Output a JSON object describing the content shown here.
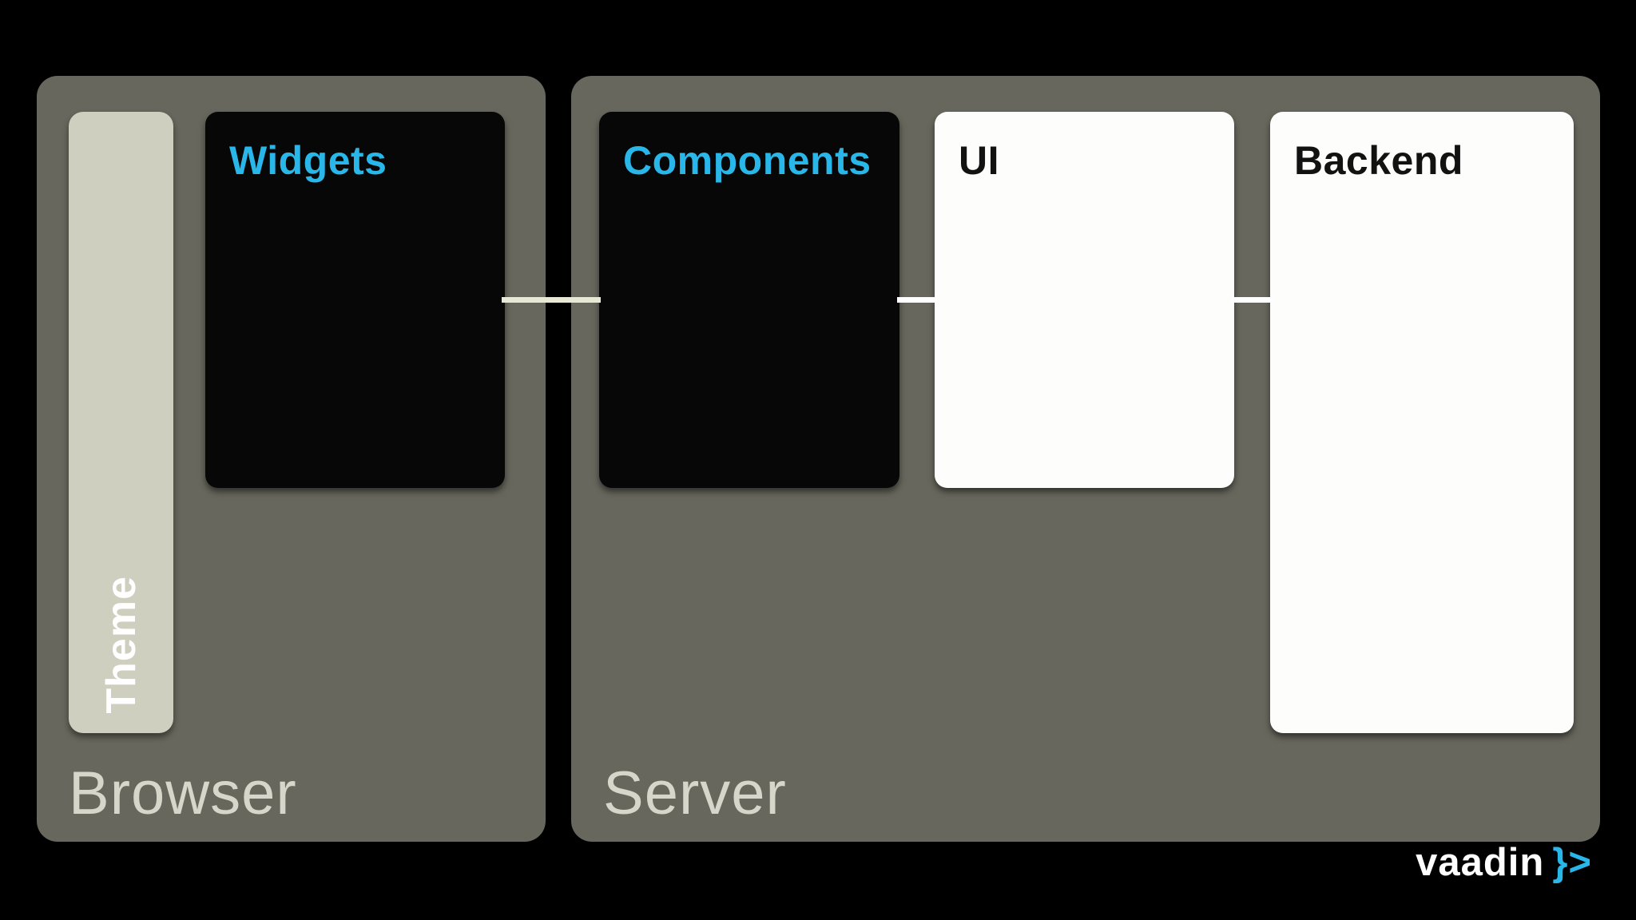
{
  "containers": {
    "browser": {
      "label": "Browser"
    },
    "server": {
      "label": "Server"
    }
  },
  "nodes": {
    "theme": {
      "label": "Theme"
    },
    "widgets": {
      "label": "Widgets"
    },
    "components": {
      "label": "Components"
    },
    "ui": {
      "label": "UI"
    },
    "backend": {
      "label": "Backend"
    }
  },
  "connectors": [
    {
      "from": "widgets",
      "to": "components"
    },
    {
      "from": "components",
      "to": "ui"
    },
    {
      "from": "ui",
      "to": "backend"
    }
  ],
  "logo": {
    "wordmark": "vaadin",
    "glyph": "}>"
  },
  "colors": {
    "background": "#000000",
    "container_fill": "#67675d",
    "container_label": "#d6d6ca",
    "theme_fill": "#cfcfbf",
    "theme_label": "#ffffff",
    "dark_node_fill": "#070707",
    "light_node_fill": "#fdfdfb",
    "accent_cyan": "#29b7ea",
    "light_node_title": "#121212",
    "connector_cream": "#e8e8d7",
    "connector_white": "#ffffff",
    "logo_text": "#ffffff"
  }
}
